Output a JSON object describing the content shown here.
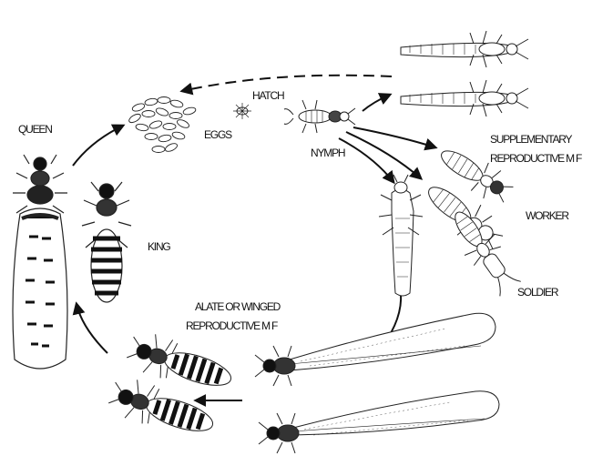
{
  "labels": {
    "queen": "QUEEN",
    "king": "KING",
    "eggs": "EGGS",
    "hatch": "HATCH",
    "nymph": "NYMPH",
    "supplementary_1": "SUPPLEMENTARY",
    "supplementary_2": "REPRODUCTIVE M F",
    "worker": "WORKER",
    "soldier": "SOLDIER",
    "alate_1": "ALATE OR WINGED",
    "alate_2": "REPRODUCTIVE M F"
  },
  "colors": {
    "ink": "#111111",
    "body_fill": "#ffffff",
    "shade": "#2a2a2a"
  }
}
